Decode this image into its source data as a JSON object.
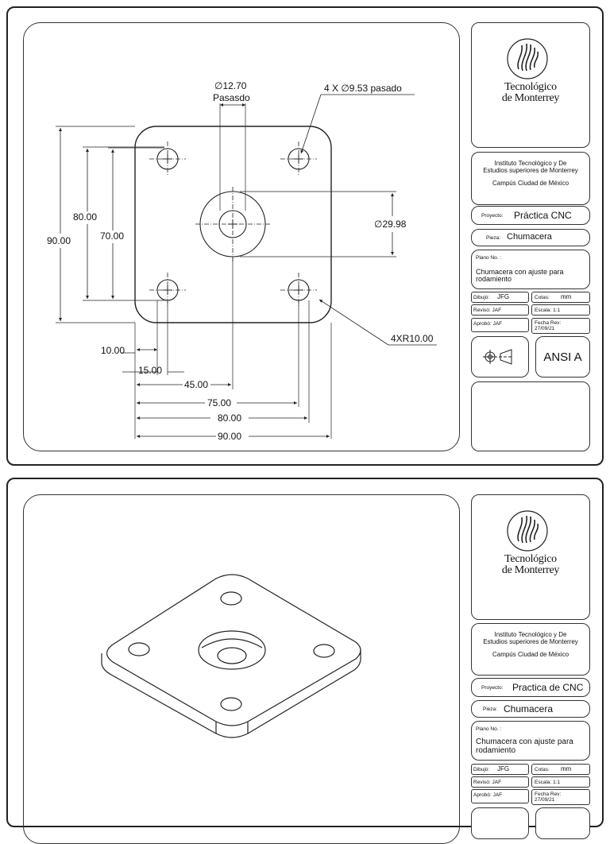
{
  "sheet1": {
    "logo": {
      "line1": "Tecnológico",
      "line2": "de Monterrey"
    },
    "institution": {
      "line1": "Instituto Tecnológico y De",
      "line2": "Estudios superiores de Monterrey",
      "line3": "Campús Ciudad de México"
    },
    "proyecto_label": "Proyecto:",
    "proyecto_value": "Práctica CNC",
    "pieza_label": "Pieza:",
    "pieza_value": "Chumacera",
    "plano_label": "Plano No. :",
    "plano_line1": "Chumacera con ajuste para",
    "plano_line2": "rodamiento",
    "dibujo_label": "Dibujó:",
    "dibujo_value": "JFG",
    "cotas_label": "Cotas:",
    "cotas_value": "mm",
    "reviso": "Revisó: JAF",
    "escala": "Escala: 1:1",
    "aprobo": "Aprobó: JAF",
    "fecha_label": "Fecha Rev:",
    "fecha_value": "27/09/21",
    "standard": "ANSI A",
    "dimensions": {
      "center_hole_l1": "∅12.70",
      "center_hole_l2": "Pasasdo",
      "holes": "4 X ∅9.53 pasado",
      "counterbore": "∅29.98",
      "d80": "80.00",
      "d70": "70.00",
      "d90": "90.00",
      "radius": "4XR10.00",
      "h10": "10.00",
      "h15": "15.00",
      "h45": "45.00",
      "h75": "75.00",
      "h80": "80.00",
      "h90": "90.00"
    }
  },
  "sheet2": {
    "logo": {
      "line1": "Tecnológico",
      "line2": "de Monterrey"
    },
    "institution": {
      "line1": "Instituto Tecnológico y De",
      "line2": "Estudios superiores de Monterrey",
      "line3": "Campús Ciudad de México"
    },
    "proyecto_label": "Proyecto:",
    "proyecto_value": "Practica de CNC",
    "pieza_label": "Pieza:",
    "pieza_value": "Chumacera",
    "plano_label": "Plano No. :",
    "plano_line1": "Chumacera con ajuste para",
    "plano_line2": "rodamiento",
    "dibujo_label": "Dibujó:",
    "dibujo_value": "JFG",
    "cotas_label": "Cotas:",
    "cotas_value": "mm",
    "reviso": "Revisó: JAF",
    "escala": "Escala: 1:1",
    "aprobo": "Aprobó: JAF",
    "fecha_label": "Fecha Rev:",
    "fecha_value": "27/09/21"
  },
  "colors": {
    "line": "#222222",
    "paper": "#ffffff"
  }
}
